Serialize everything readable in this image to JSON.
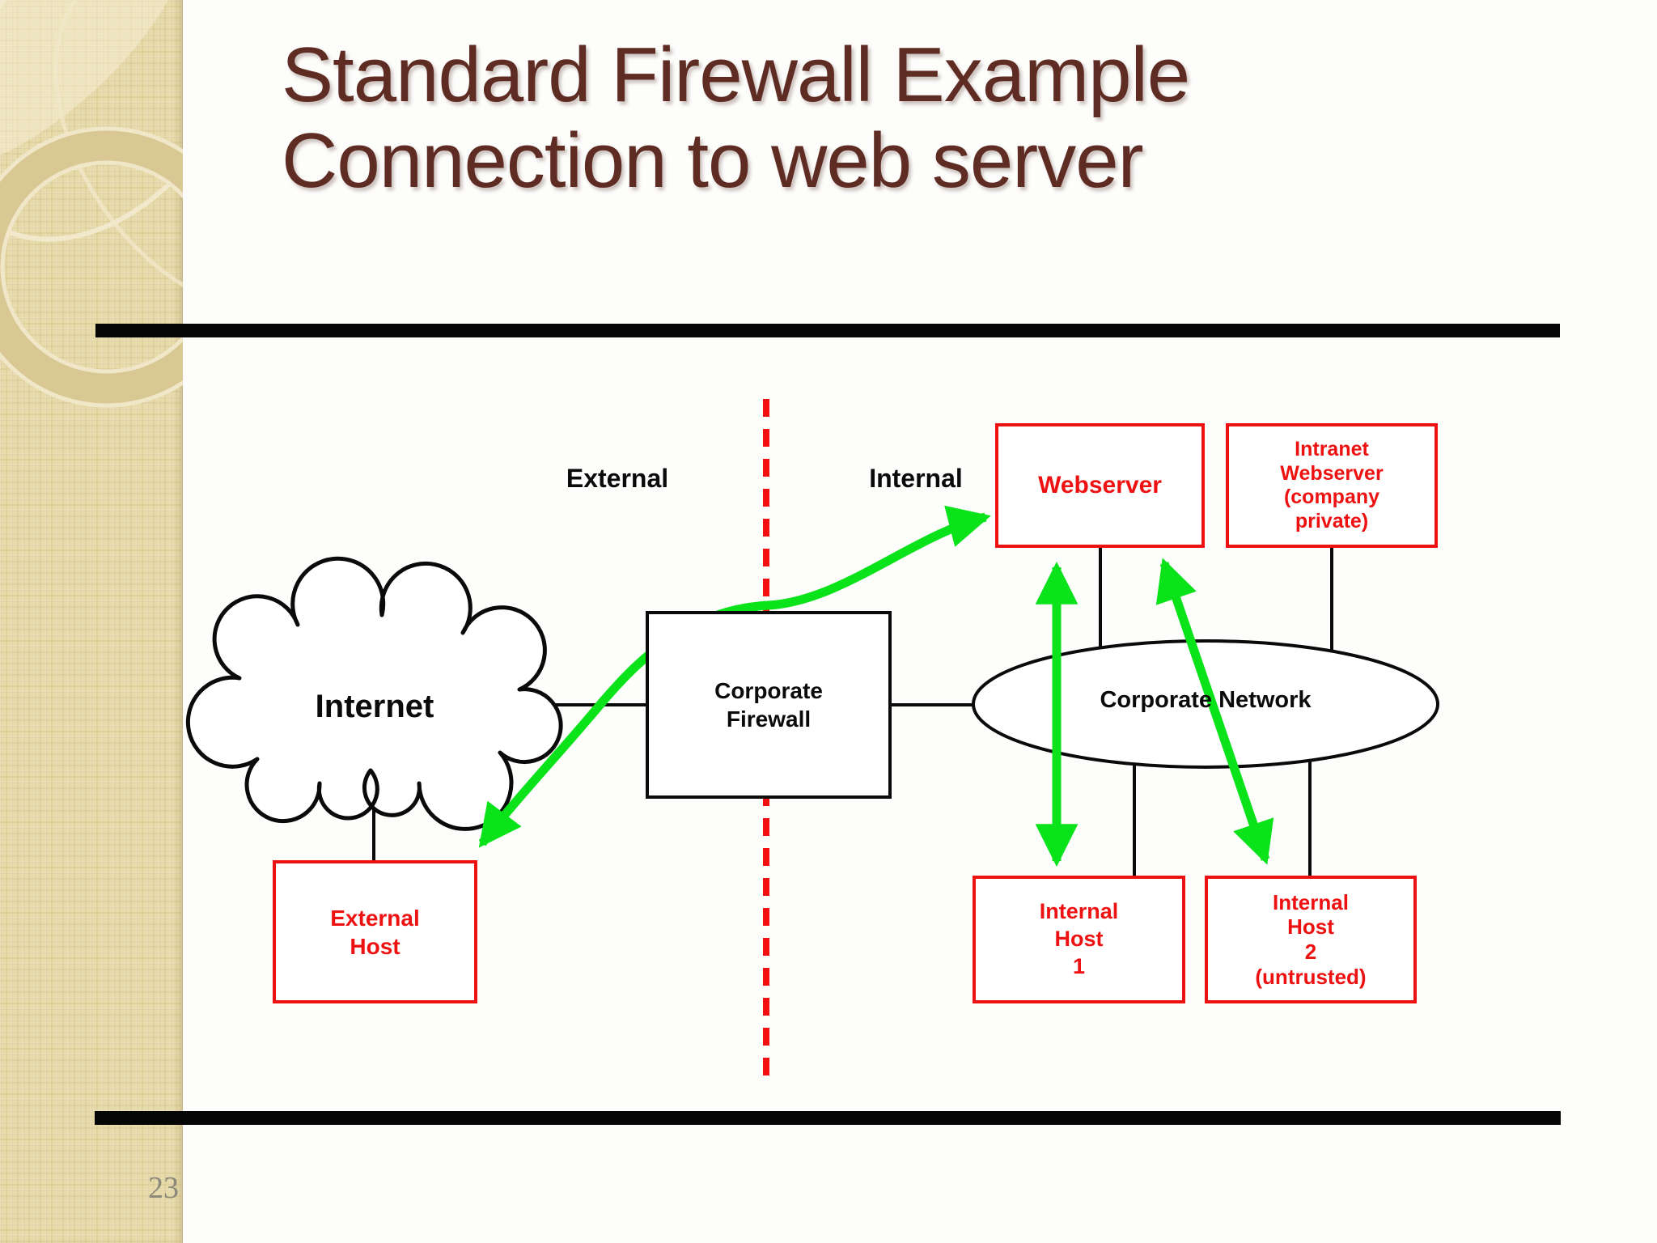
{
  "slide": {
    "title_line1": "Standard Firewall Example",
    "title_line2": "Connection to web server",
    "page_number": "23"
  },
  "diagram": {
    "zone_labels": {
      "external": "External",
      "internal": "Internal"
    },
    "internet_cloud": {
      "label": "Internet"
    },
    "corporate_firewall": {
      "line1": "Corporate",
      "line2": "Firewall"
    },
    "corporate_network": {
      "label": "Corporate Network"
    },
    "webserver": {
      "label": "Webserver"
    },
    "intranet_webserver": {
      "line1": "Intranet",
      "line2": "Webserver",
      "line3": "(company",
      "line4": "private)"
    },
    "external_host": {
      "line1": "External",
      "line2": "Host"
    },
    "internal_host_1": {
      "line1": "Internal",
      "line2": "Host",
      "line3": "1"
    },
    "internal_host_2": {
      "line1": "Internal",
      "line2": "Host",
      "line3": "2",
      "line4": "(untrusted)"
    },
    "colors": {
      "flow_green": "#0ae21a",
      "alert_red": "#ee1111",
      "boundary_red": "#f21010",
      "title_maroon": "#5e2c22",
      "line_black": "#0a0a0a"
    }
  }
}
